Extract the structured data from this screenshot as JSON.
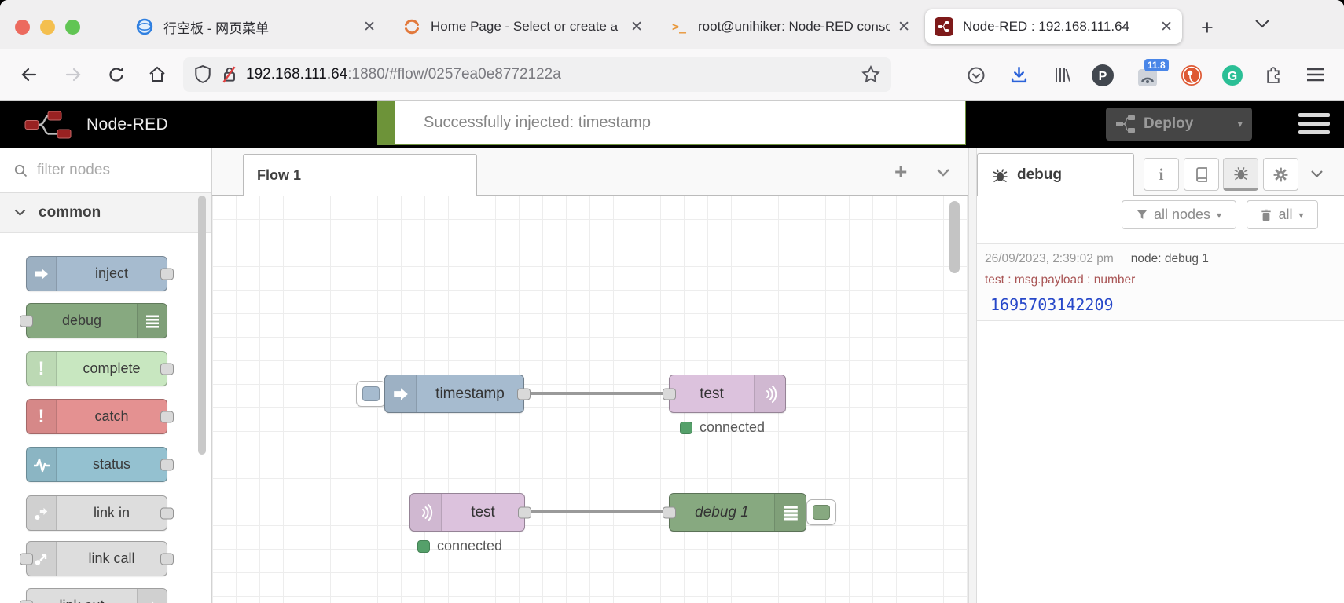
{
  "browser": {
    "tabs": [
      {
        "title": "行空板 - 网页菜单"
      },
      {
        "title": "Home Page - Select or create a"
      },
      {
        "title": "root@unihiker: Node-RED conso"
      },
      {
        "title": "Node-RED : 192.168.111.64"
      }
    ],
    "url": {
      "host": "192.168.111.64",
      "path": ":1880/#flow/0257ea0e8772122a"
    },
    "toolbar": {
      "extension_badge": "11.8",
      "p_letter": "P",
      "g_letter": "G"
    }
  },
  "header": {
    "brand": "Node-RED",
    "notification": "Successfully injected: timestamp",
    "deploy_label": "Deploy"
  },
  "palette": {
    "filter_placeholder": "filter nodes",
    "category": "common",
    "nodes": [
      {
        "label": "inject",
        "color": "#a6bbcf"
      },
      {
        "label": "debug",
        "color": "#87a980"
      },
      {
        "label": "complete",
        "color": "#c8e7c0"
      },
      {
        "label": "catch",
        "color": "#e49191"
      },
      {
        "label": "status",
        "color": "#94c1d0"
      },
      {
        "label": "link in",
        "color": "#dddddd"
      },
      {
        "label": "link call",
        "color": "#dddddd"
      },
      {
        "label": "link out",
        "color": "#dddddd"
      }
    ]
  },
  "canvas": {
    "flow_tab": "Flow 1",
    "nodes": {
      "inject": {
        "label": "timestamp",
        "color": "#a6bbcf"
      },
      "mqtt_out": {
        "label": "test",
        "color": "#dcc2dd",
        "status": "connected"
      },
      "mqtt_in": {
        "label": "test",
        "color": "#dcc2dd",
        "status": "connected"
      },
      "debug": {
        "label": "debug 1",
        "color": "#87a980"
      }
    }
  },
  "sidebar": {
    "tab_label": "debug",
    "filter_label": "all nodes",
    "clear_label": "all",
    "message": {
      "time": "26/09/2023, 2:39:02 pm",
      "node": "node: debug 1",
      "topic": "test : msg.payload : number",
      "payload": "1695703142209"
    }
  }
}
